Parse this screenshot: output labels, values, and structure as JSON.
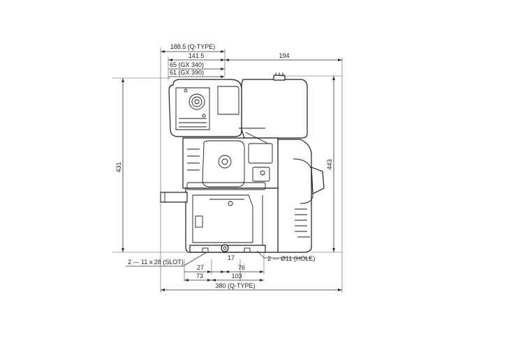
{
  "dimensions": {
    "q_type_offset": "188.5 (Q-TYPE)",
    "shaft_offset": "141.5",
    "top_right_width": "194",
    "gx340_offset": "65 (GX 340)",
    "gx390_offset": "61 (GX 390)",
    "left_height": "431",
    "right_height": "443",
    "slot_note": "2 — 11 x 28 (SLOT)",
    "hole_note": "2 — Ø11 (HOLE)",
    "dim_27": "27",
    "dim_17": "17",
    "dim_76": "76",
    "dim_73": "73",
    "dim_103": "103",
    "overall_width": "380 (Q-TYPE)"
  }
}
